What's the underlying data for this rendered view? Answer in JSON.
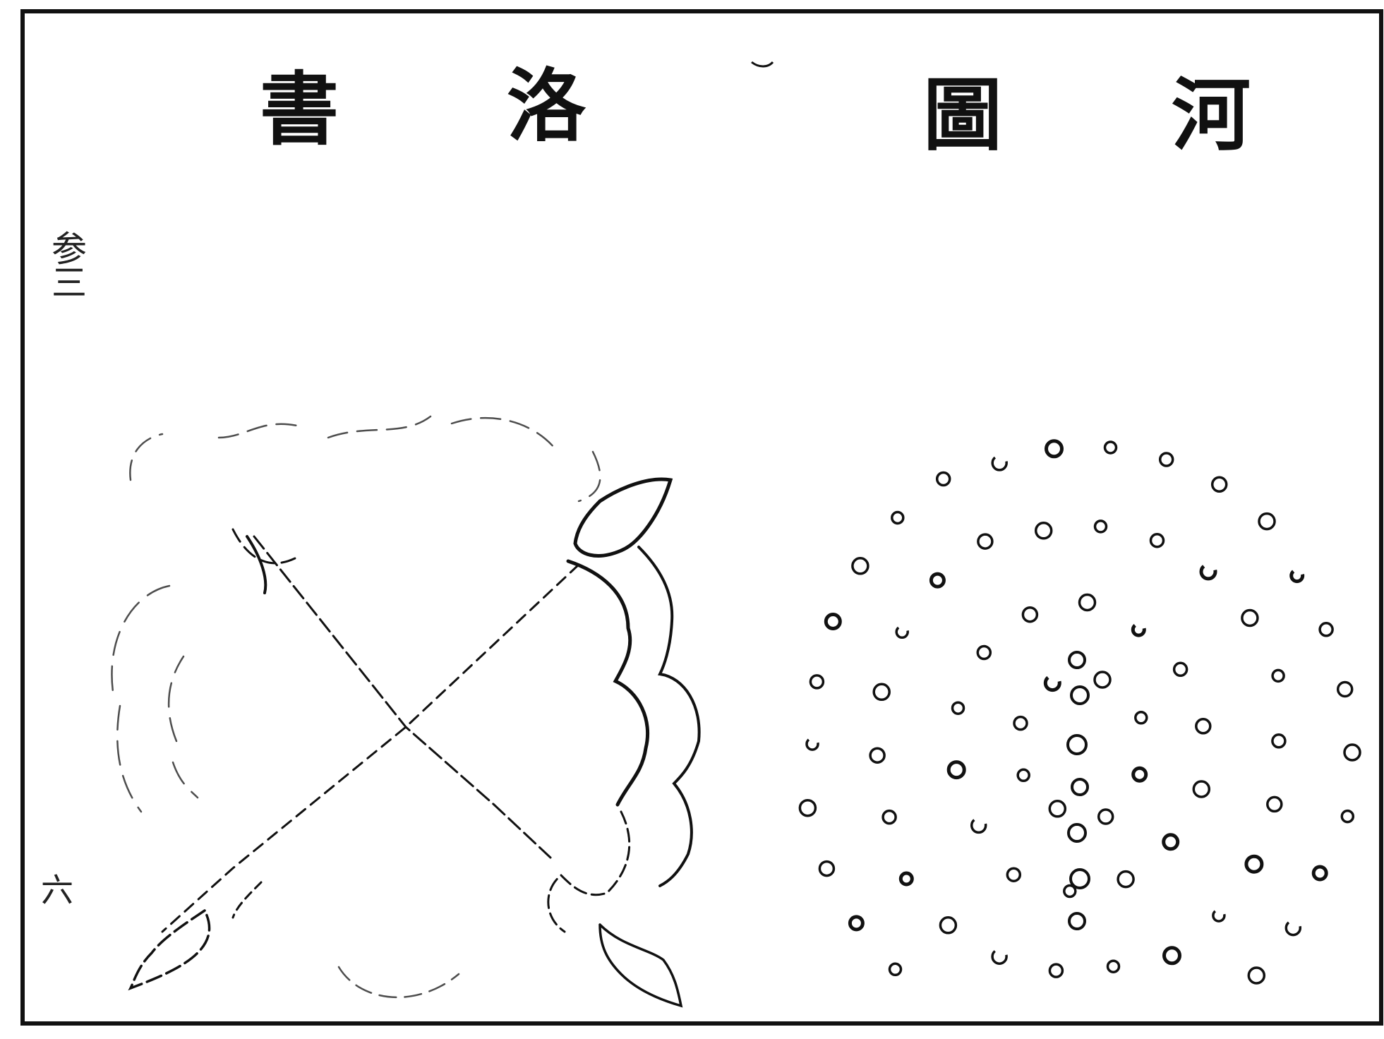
{
  "titles": {
    "shu": "書",
    "luo": "洛",
    "tu": "圖",
    "he": "河"
  },
  "margin": {
    "label": "参",
    "label_sub": "三",
    "page_num": "六"
  },
  "stroke_color": "#111111",
  "background_color": "#ffffff"
}
